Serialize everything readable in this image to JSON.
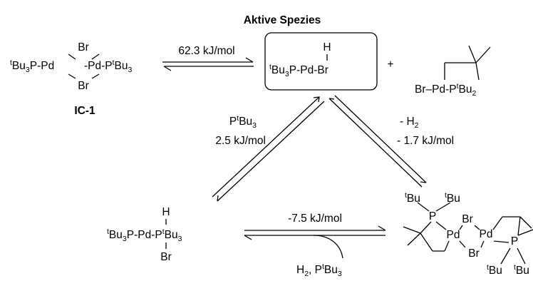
{
  "title": "Aktive Spezies",
  "ic1_label": "IC-1",
  "species": {
    "ic1": {
      "left": "tBu3P-Pd",
      "right": "Pd-PtBu3",
      "bridge_top": "Br",
      "bridge_bottom": "Br"
    },
    "active": {
      "h": "H",
      "main": "tBu3P-Pd-Br"
    },
    "cyclo": {
      "main": "Br-Pd-PtBu2"
    },
    "hydride_pt": {
      "h": "H",
      "main": "tBu3P-Pd-PtBu3",
      "br": "Br"
    },
    "dimer": {
      "tbu1": "tBu",
      "tbu2": "tBu",
      "p_left": "P",
      "pd_left": "Pd",
      "pd_right": "Pd",
      "br_top": "Br",
      "br_bottom": "Br",
      "p_right": "P",
      "tbu3": "tBu",
      "tbu4": "tBu"
    }
  },
  "plus": "+",
  "reactions": {
    "top_energy": "62.3 kJ/mol",
    "left_reagent": "PtBu3",
    "left_energy": "2.5 kJ/mol",
    "right_reagent": "- H2",
    "right_energy": "- 1.7 kJ/mol",
    "bottom_energy": "-7.5 kJ/mol",
    "bottom_reagent": "H2, PtBu3"
  }
}
